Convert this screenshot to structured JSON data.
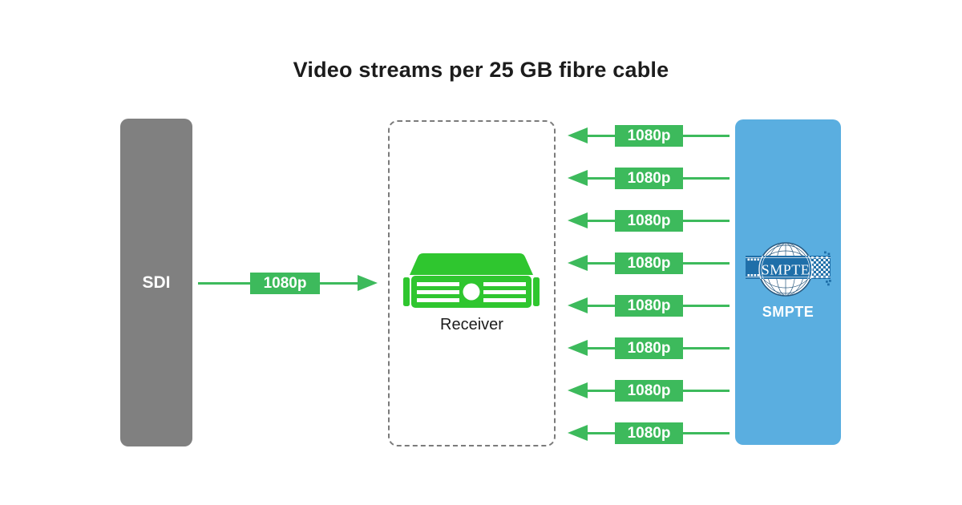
{
  "title": "Video streams per 25 GB fibre cable",
  "colors": {
    "stream_green": "#3dba5c",
    "device_green": "#2fc62f",
    "sdi_gray": "#808080",
    "smpte_blue": "#5aaee0",
    "logo_banner_blue": "#1f6fa9",
    "logo_navy": "#2a5a80",
    "text_dark": "#1c1c1c"
  },
  "nodes": {
    "sdi": {
      "label": "SDI"
    },
    "receiver": {
      "label": "Receiver"
    },
    "smpte": {
      "label": "SMPTE",
      "logo_text": "SMPTE"
    }
  },
  "streams": {
    "sdi_to_receiver": [
      {
        "label": "1080p",
        "direction": "right"
      }
    ],
    "smpte_to_receiver": [
      {
        "label": "1080p",
        "direction": "left"
      },
      {
        "label": "1080p",
        "direction": "left"
      },
      {
        "label": "1080p",
        "direction": "left"
      },
      {
        "label": "1080p",
        "direction": "left"
      },
      {
        "label": "1080p",
        "direction": "left"
      },
      {
        "label": "1080p",
        "direction": "left"
      },
      {
        "label": "1080p",
        "direction": "left"
      },
      {
        "label": "1080p",
        "direction": "left"
      }
    ]
  }
}
